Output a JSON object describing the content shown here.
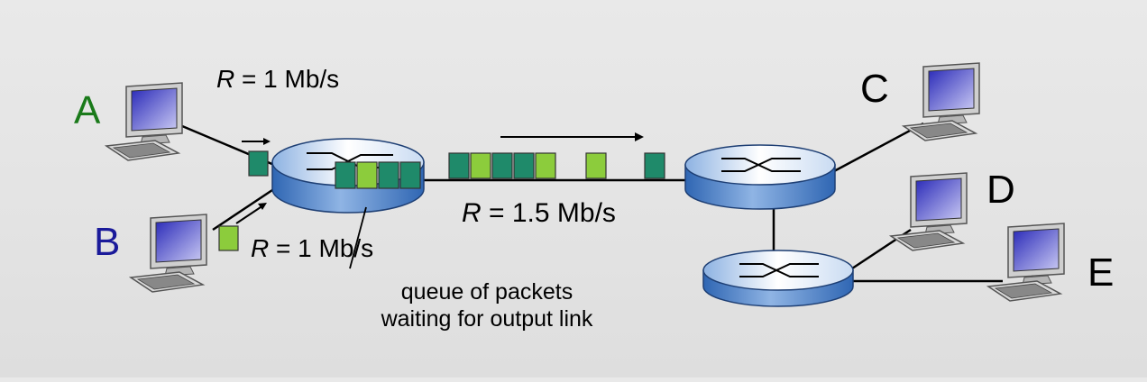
{
  "hosts": [
    {
      "id": "A",
      "label": "A",
      "color": "#1a7a1a"
    },
    {
      "id": "B",
      "label": "B",
      "color": "#1a1a9a"
    },
    {
      "id": "C",
      "label": "C",
      "color": "#000000"
    },
    {
      "id": "D",
      "label": "D",
      "color": "#000000"
    },
    {
      "id": "E",
      "label": "E",
      "color": "#000000"
    }
  ],
  "links": {
    "a_rate": {
      "var": "R",
      "value": " = 1 Mb/s"
    },
    "b_rate": {
      "var": "R",
      "value": " = 1 Mb/s"
    },
    "core_rate": {
      "var": "R",
      "value": " = 1.5 Mb/s"
    }
  },
  "queue_note": {
    "line1": "queue of packets",
    "line2": "waiting for output link"
  },
  "colors": {
    "packet_dark": "#1f8a6a",
    "packet_light": "#8ccc3c",
    "router_top": "#dfe9f7",
    "router_side": "#4f86c9",
    "link": "#000000",
    "screen": "#3a3ac0"
  }
}
